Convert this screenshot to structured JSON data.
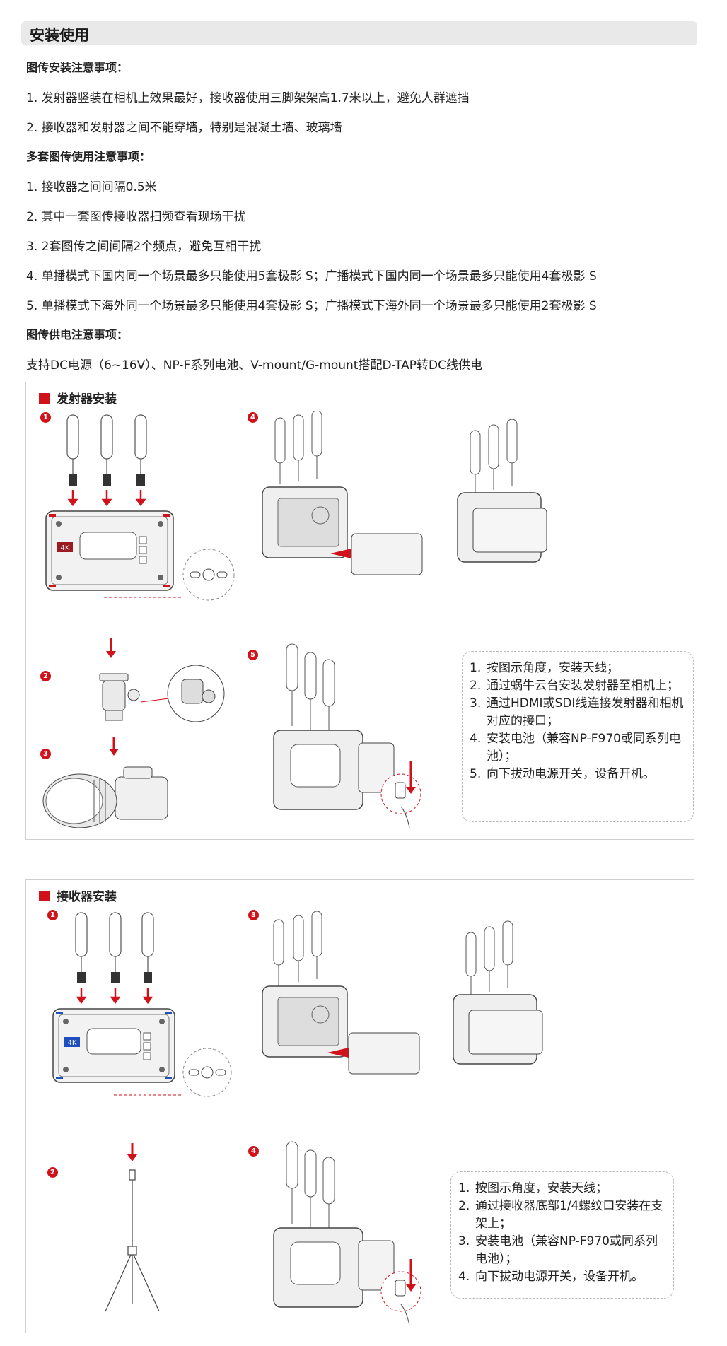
{
  "title": "安装使用",
  "sections": {
    "tx_notes_heading": "图传安装注意事项：",
    "tx_notes": [
      "1. 发射器竖装在相机上效果最好，接收器使用三脚架架高1.7米以上，避免人群遮挡",
      "2. 接收器和发射器之间不能穿墙，特别是混凝土墙、玻璃墙"
    ],
    "multi_heading": "多套图传使用注意事项：",
    "multi_notes": [
      "1. 接收器之间间隔0.5米",
      "2. 其中一套图传接收器扫频查看现场干扰",
      "3. 2套图传之间间隔2个频点，避免互相干扰",
      "4. 单播模式下国内同一个场景最多只能使用5套极影 S；广播模式下国内同一个场景最多只能使用4套极影 S",
      "5. 单播模式下海外同一个场景最多只能使用4套极影 S；广播模式下海外同一个场景最多只能使用2套极影 S"
    ],
    "power_heading": "图传供电注意事项：",
    "power_text": "支持DC电源（6~16V）、NP-F系列电池、V-mount/G-mount搭配D-TAP转DC线供电"
  },
  "transmitter_panel": {
    "heading": "发射器安装",
    "steps": [
      "1",
      "2",
      "3",
      "4",
      "5"
    ],
    "badge": "4K",
    "notes": [
      {
        "num": "1.",
        "text": "按图示角度，安装天线；"
      },
      {
        "num": "2.",
        "text": "通过蜗牛云台安装发射器至相机上；"
      },
      {
        "num": "3.",
        "text": "通过HDMI或SDI线连接发射器和相机对应的接口；"
      },
      {
        "num": "4.",
        "text": "安装电池（兼容NP-F970或同系列电池）；"
      },
      {
        "num": "5.",
        "text": "向下拔动电源开关，设备开机。"
      }
    ]
  },
  "receiver_panel": {
    "heading": "接收器安装",
    "steps": [
      "1",
      "2",
      "3",
      "4"
    ],
    "badge": "4K",
    "notes": [
      {
        "num": "1.",
        "text": "按图示角度，安装天线；"
      },
      {
        "num": "2.",
        "text": "通过接收器底部1/4螺纹口安装在支架上；"
      },
      {
        "num": "3.",
        "text": "安装电池（兼容NP-F970或同系列电池）；"
      },
      {
        "num": "4.",
        "text": "向下拔动电源开关，设备开机。"
      }
    ]
  },
  "colors": {
    "accent": "#d0121b",
    "receiver_accent": "#1f4fbf",
    "title_bg": "#e9e9e9"
  }
}
